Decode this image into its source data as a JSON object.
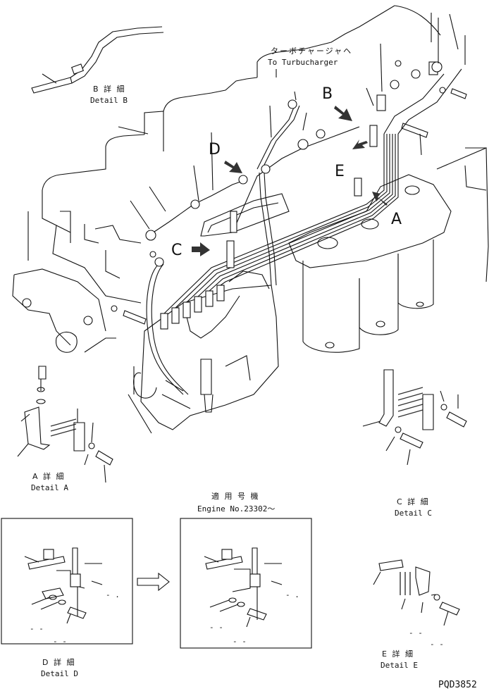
{
  "labels": {
    "turbo_jp": "ターボチャージャヘ",
    "turbo_en": "To Turbucharger",
    "letter_a": "A",
    "letter_b": "B",
    "letter_c": "C",
    "letter_d": "D",
    "letter_e": "E",
    "detail_b_jp": "B 詳 細",
    "detail_b_en": "Detail B",
    "detail_a_jp": "A 詳 細",
    "detail_a_en": "Detail A",
    "detail_c_jp": "C 詳 細",
    "detail_c_en": "Detail C",
    "applicable_jp": "適 用 号 機",
    "engine_no": "Engine No.23302～",
    "detail_d_jp": "D 詳 細",
    "detail_d_en": "Detail D",
    "detail_e_jp": "E 詳 細",
    "detail_e_en": "Detail E",
    "dash_single": "- .",
    "dash_double": "- -",
    "drawing_code": "PQD3852"
  }
}
